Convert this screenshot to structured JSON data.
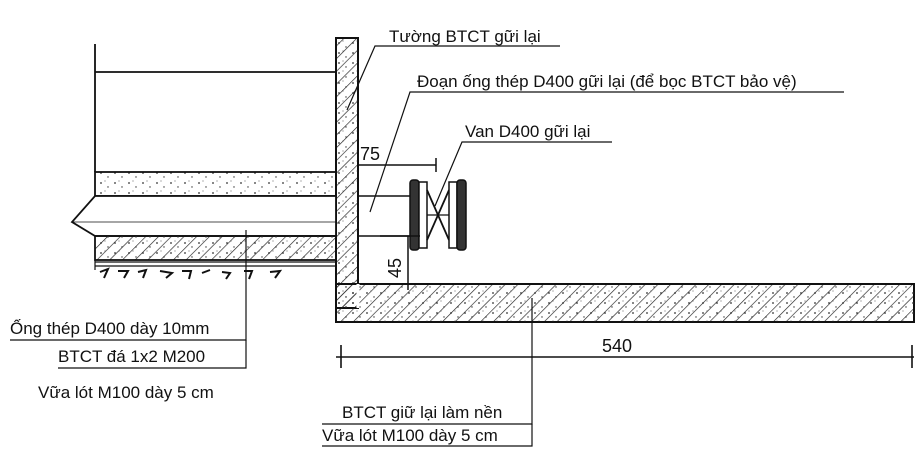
{
  "labels": {
    "wall": "Tường BTCT gữi lại",
    "pipe_segment": "Đoạn ống thép D400 gữi lại (để bọc BTCT bảo vệ)",
    "valve": "Van D400 gữi lại",
    "pipe": "Ống thép D400 dày 10mm",
    "concrete": "BTCT đá 1x2 M200",
    "mortar_left": "Vữa lót M100 dày 5 cm",
    "base": "BTCT giữ lại làm nền",
    "mortar_bottom": "Vữa lót M100 dày 5 cm"
  },
  "dimensions": {
    "d75": "75",
    "d45": "45",
    "d540": "540"
  },
  "colors": {
    "ink": "#111111",
    "background": "#ffffff"
  }
}
